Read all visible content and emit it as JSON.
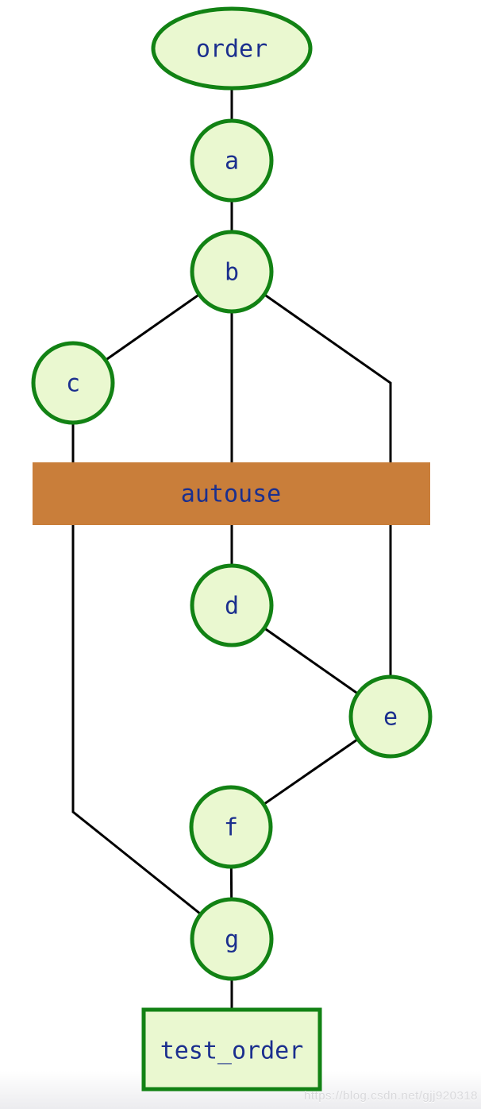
{
  "diagram": {
    "nodes": {
      "order": {
        "label": "order",
        "shape": "ellipse"
      },
      "a": {
        "label": "a",
        "shape": "circle"
      },
      "b": {
        "label": "b",
        "shape": "circle"
      },
      "c": {
        "label": "c",
        "shape": "circle"
      },
      "autouse": {
        "label": "autouse",
        "shape": "bar"
      },
      "d": {
        "label": "d",
        "shape": "circle"
      },
      "e": {
        "label": "e",
        "shape": "circle"
      },
      "f": {
        "label": "f",
        "shape": "circle"
      },
      "g": {
        "label": "g",
        "shape": "circle"
      },
      "test_order": {
        "label": "test_order",
        "shape": "rect"
      }
    },
    "edges": [
      [
        "order",
        "a"
      ],
      [
        "a",
        "b"
      ],
      [
        "b",
        "c"
      ],
      [
        "b",
        "d"
      ],
      [
        "b",
        "e"
      ],
      [
        "c",
        "g"
      ],
      [
        "d",
        "e"
      ],
      [
        "e",
        "f"
      ],
      [
        "f",
        "g"
      ],
      [
        "g",
        "test_order"
      ]
    ],
    "colors": {
      "node_fill": "#eaf8d0",
      "node_stroke": "#128214",
      "label": "#1b2f8e",
      "autouse_fill": "#c97e3a",
      "edge": "#000000"
    }
  },
  "watermark": {
    "text": "https://blog.csdn.net/gjj920318"
  }
}
